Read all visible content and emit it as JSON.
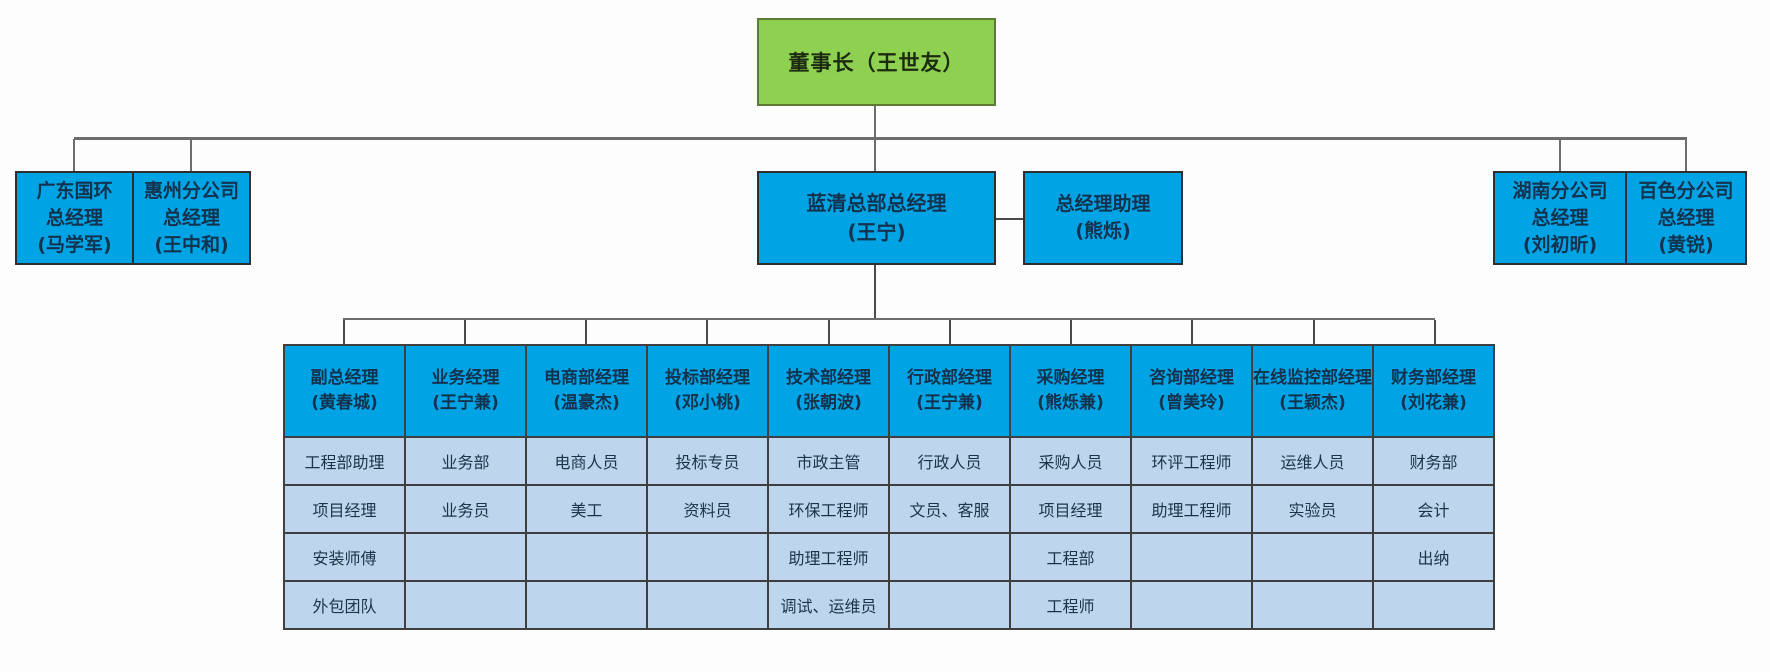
{
  "colors": {
    "chairman_fill": "#8ed04f",
    "chairman_border": "#5d7a36",
    "box_fill": "#00a3e3",
    "cell_fill": "#bdd6ee",
    "line_gray": "#6d6d6d",
    "border_dark": "#3f3f3f",
    "text_dark_blue": "#12324e"
  },
  "org": {
    "chairman": {
      "label": "董事长（王世友）"
    },
    "branches_left": [
      {
        "l1": "广东国环",
        "l2": "总经理",
        "l3": "(马学军)"
      },
      {
        "l1": "惠州分公司",
        "l2": "总经理",
        "l3": "(王中和)"
      }
    ],
    "hq": {
      "l1": "蓝清总部总经理",
      "l2": "(王宁)"
    },
    "assistant": {
      "l1": "总经理助理",
      "l2": "(熊烁)"
    },
    "branches_right": [
      {
        "l1": "湖南分公司",
        "l2": "总经理",
        "l3": "(刘初昕)"
      },
      {
        "l1": "百色分公司",
        "l2": "总经理",
        "l3": "(黄锐)"
      }
    ]
  },
  "departments": {
    "headers": [
      {
        "title": "副总经理",
        "name": "(黄春城)"
      },
      {
        "title": "业务经理",
        "name": "(王宁兼)"
      },
      {
        "title": "电商部经理",
        "name": "(温豪杰)"
      },
      {
        "title": "投标部经理",
        "name": "(邓小桃)"
      },
      {
        "title": "技术部经理",
        "name": "(张朝波)"
      },
      {
        "title": "行政部经理",
        "name": "(王宁兼)"
      },
      {
        "title": "采购经理",
        "name": "(熊烁兼)"
      },
      {
        "title": "咨询部经理",
        "name": "(曾美玲)"
      },
      {
        "title": "在线监控部经理",
        "name": "(王颖杰)"
      },
      {
        "title": "财务部经理",
        "name": "(刘花兼)"
      }
    ],
    "rows": [
      [
        "工程部助理",
        "业务部",
        "电商人员",
        "投标专员",
        "市政主管",
        "行政人员",
        "采购人员",
        "环评工程师",
        "运维人员",
        "财务部"
      ],
      [
        "项目经理",
        "业务员",
        "美工",
        "资料员",
        "环保工程师",
        "文员、客服",
        "项目经理",
        "助理工程师",
        "实验员",
        "会计"
      ],
      [
        "安装师傅",
        "",
        "",
        "",
        "助理工程师",
        "",
        "工程部",
        "",
        "",
        "出纳"
      ],
      [
        "外包团队",
        "",
        "",
        "",
        "调试、运维员",
        "",
        "工程师",
        "",
        "",
        ""
      ]
    ]
  }
}
